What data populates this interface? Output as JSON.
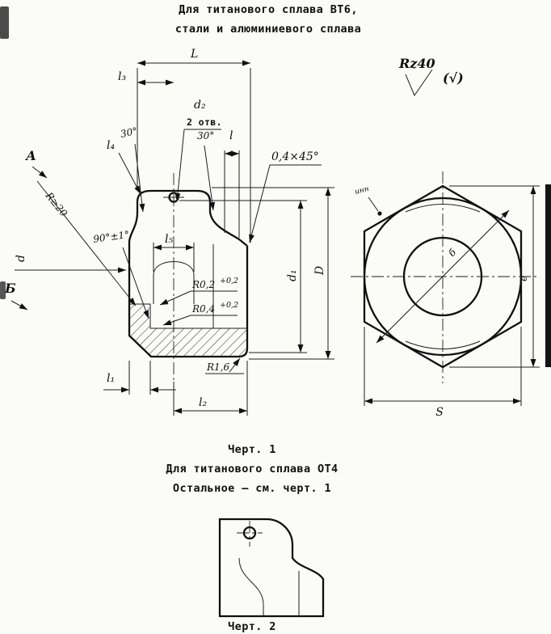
{
  "header": {
    "line1": "Для титанового сплава ВТ6,",
    "line2": "стали и алюминиевого сплава"
  },
  "surface": {
    "rz": "Rz40",
    "alt": "(√)"
  },
  "fig1": {
    "caption": "Черт. 1",
    "dims": {
      "L": "L",
      "l3": "l₃",
      "d2": "d₂",
      "d2note": "2 отв.",
      "l4": "l₄",
      "ang30a": "30°",
      "ang30b": "30°",
      "l": "l",
      "chamfer": "0,4×45°",
      "viewA": "А",
      "r20": "R≥20",
      "ang90": "90°±1°",
      "l5": "l₅",
      "d": "d",
      "viewB": "Б",
      "r02": "R0,2",
      "r02tol": "+0,2",
      "r04": "R0,4",
      "r04tol": "+0,2",
      "l1": "l₁",
      "r16": "R1,6",
      "l2": "l₂",
      "d1": "d₁",
      "D": "D",
      "S": "S",
      "diag": "б",
      "e_side": "е",
      "mark": "инн"
    }
  },
  "fig2": {
    "note1": "Для титанового сплава ОТ4",
    "note2": "Остальное – см. черт. 1",
    "caption": "Черт. 2"
  }
}
